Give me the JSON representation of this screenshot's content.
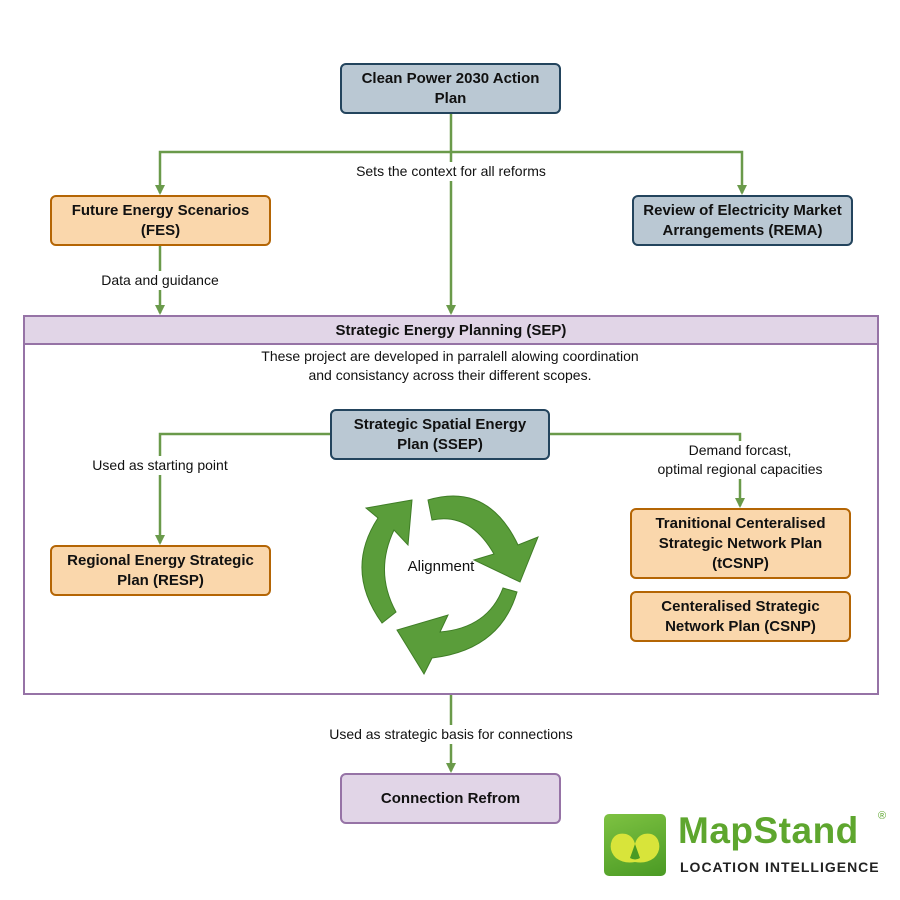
{
  "nodes": {
    "cp2030": "Clean Power 2030 Action Plan",
    "fes": "Future Energy Scenarios (FES)",
    "rema": "Review of Electricity Market Arrangements (REMA)",
    "sep": "Strategic Energy Planning (SEP)",
    "ssep": "Strategic Spatial Energy Plan (SSEP)",
    "resp": "Regional Energy Strategic Plan (RESP)",
    "tcsnp": "Tranitional Centeralised Strategic Network Plan (tCSNP)",
    "csnp": "Centeralised Strategic Network Plan (CSNP)",
    "connection": "Connection Refrom"
  },
  "edge_labels": {
    "context": "Sets the context for all reforms",
    "data_guidance": "Data and guidance",
    "starting_point": "Used as starting point",
    "demand_line1": "Demand forcast,",
    "demand_line2": "optimal regional capacities",
    "strategic_basis": "Used as strategic basis for connections"
  },
  "notes": {
    "parallel_line1": "These project are developed in parralell alowing coordination",
    "parallel_line2": "and consistancy across their different scopes.",
    "alignment": "Alignment"
  },
  "logo": {
    "name": "MapStand",
    "registered": "®",
    "tagline": "LOCATION INTELLIGENCE"
  },
  "colors": {
    "grey_fill": "#bac8d3",
    "grey_stroke": "#23445d",
    "orange_fill": "#fad7ac",
    "orange_stroke": "#b46504",
    "purple_fill": "#e1d5e7",
    "purple_stroke": "#9673a6",
    "connector_green": "#6a9a4a",
    "cycle_green": "#5a9d3a"
  }
}
